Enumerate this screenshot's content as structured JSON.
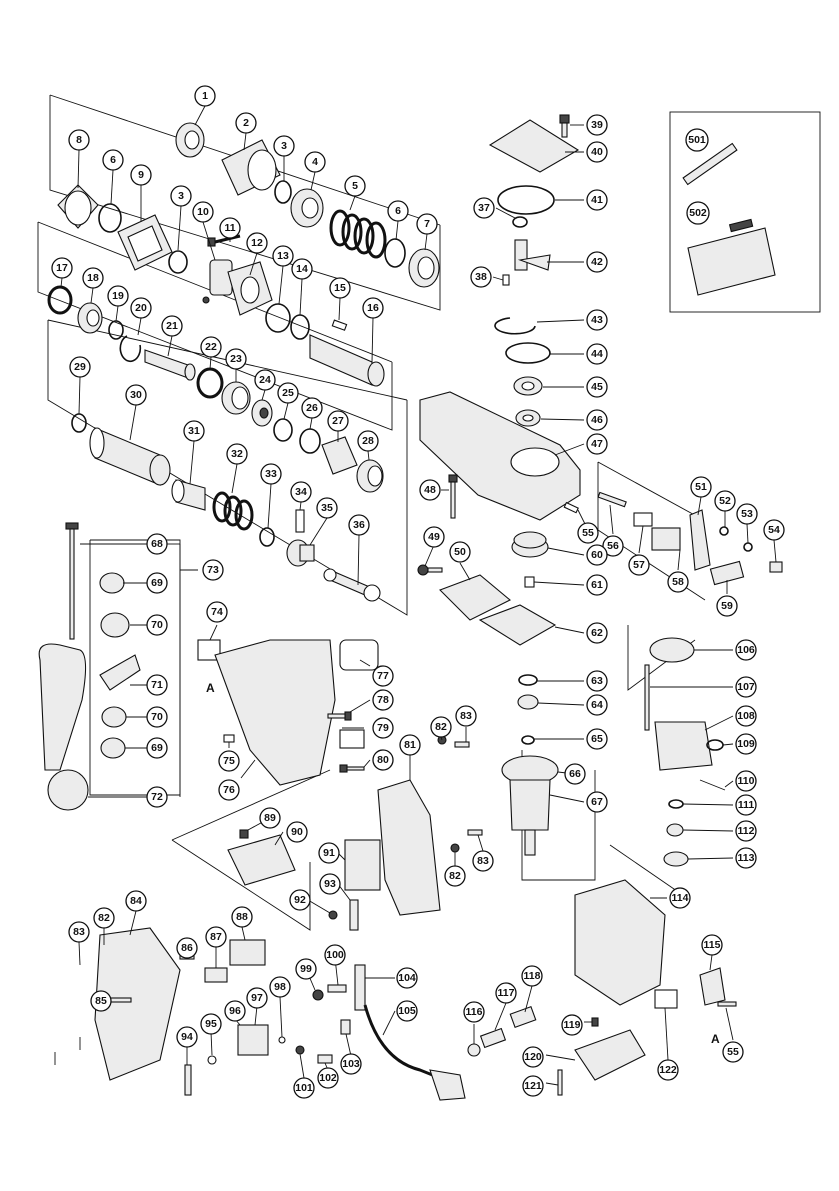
{
  "callout_letters": [
    "A",
    "A"
  ],
  "parts": [
    "1",
    "2",
    "3",
    "4",
    "5",
    "6",
    "7",
    "8",
    "6",
    "9",
    "3",
    "10",
    "11",
    "12",
    "13",
    "14",
    "15",
    "16",
    "17",
    "18",
    "19",
    "20",
    "21",
    "22",
    "23",
    "24",
    "25",
    "26",
    "27",
    "28",
    "29",
    "30",
    "31",
    "32",
    "33",
    "34",
    "35",
    "36",
    "37",
    "38",
    "39",
    "40",
    "41",
    "42",
    "43",
    "44",
    "45",
    "46",
    "47",
    "48",
    "49",
    "50",
    "51",
    "52",
    "53",
    "54",
    "55",
    "56",
    "57",
    "58",
    "59",
    "60",
    "61",
    "62",
    "63",
    "64",
    "65",
    "66",
    "67",
    "68",
    "69",
    "70",
    "71",
    "70",
    "69",
    "72",
    "73",
    "74",
    "75",
    "76",
    "77",
    "78",
    "79",
    "80",
    "81",
    "82",
    "83",
    "82",
    "83",
    "84",
    "85",
    "82",
    "83",
    "86",
    "87",
    "88",
    "89",
    "90",
    "91",
    "92",
    "93",
    "94",
    "95",
    "96",
    "97",
    "98",
    "99",
    "100",
    "101",
    "102",
    "103",
    "104",
    "105",
    "106",
    "107",
    "108",
    "109",
    "110",
    "111",
    "112",
    "113",
    "114",
    "115",
    "116",
    "117",
    "118",
    "119",
    "120",
    "121",
    "122",
    "55",
    "501",
    "502"
  ]
}
